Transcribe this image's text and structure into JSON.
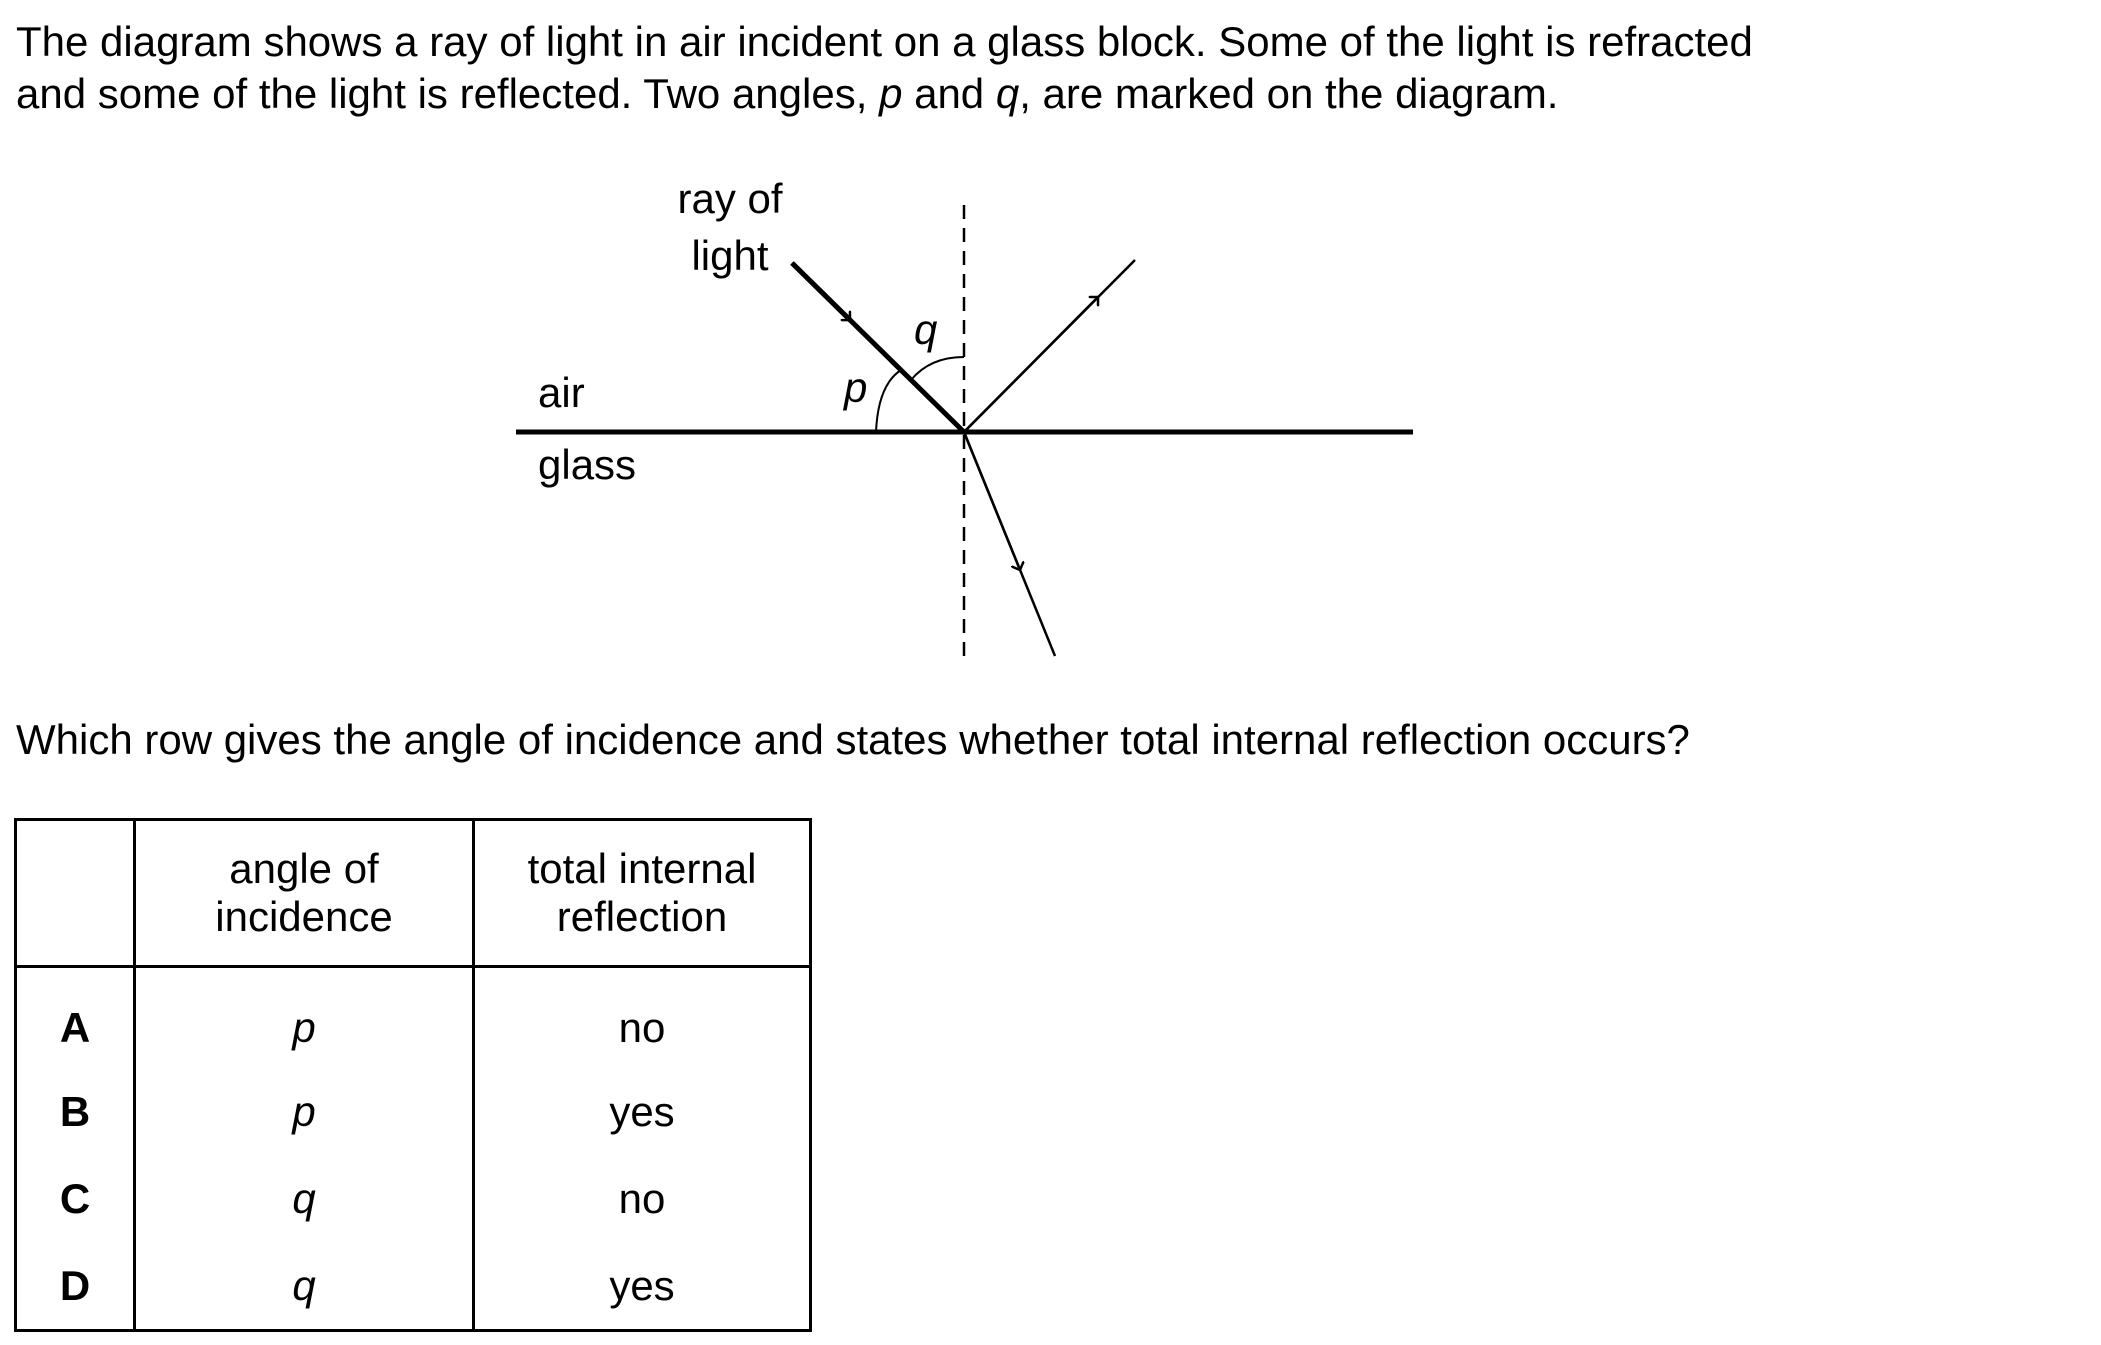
{
  "intro": {
    "line1": "The diagram shows a ray of light in air incident on a glass block. Some of the light is refracted",
    "line2": "and some of the light is reflected. Two angles, p and q, are marked on the diagram."
  },
  "diagram": {
    "ray_label_1": "ray of",
    "ray_label_2": "light",
    "air_label": "air",
    "glass_label": "glass",
    "angle_p": "p",
    "angle_q": "q"
  },
  "question": "Which row gives the angle of incidence and states whether total internal reflection occurs?",
  "table": {
    "headers": [
      "",
      "angle of incidence",
      "total internal reflection"
    ],
    "header_lines": {
      "col1": [
        "angle of",
        "incidence"
      ],
      "col2": [
        "total internal",
        "reflection"
      ]
    },
    "rows": [
      {
        "option": "A",
        "angle": "p",
        "tir": "no"
      },
      {
        "option": "B",
        "angle": "p",
        "tir": "yes"
      },
      {
        "option": "C",
        "angle": "q",
        "tir": "no"
      },
      {
        "option": "D",
        "angle": "q",
        "tir": "yes"
      }
    ]
  }
}
